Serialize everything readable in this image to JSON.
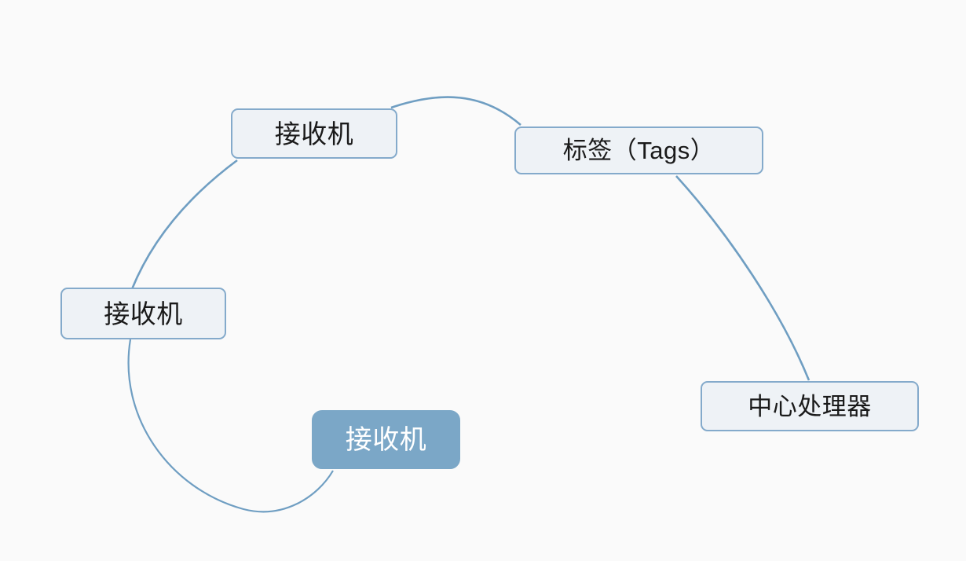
{
  "diagram": {
    "type": "mind-map-radial",
    "background_color": "#fafafa",
    "node_fill_color": "#eef2f6",
    "node_border_color": "#84aacb",
    "node_text_color": "#1a1a1a",
    "selected_node_fill_color": "#7ba7c7",
    "selected_node_text_color": "#ffffff",
    "edge_color": "#6f9ec2",
    "nodes": [
      {
        "id": "top",
        "label": "接收机",
        "selected": false
      },
      {
        "id": "tags",
        "label": "标签（Tags）",
        "selected": false
      },
      {
        "id": "left",
        "label": "接收机",
        "selected": false
      },
      {
        "id": "processor",
        "label": "中心处理器",
        "selected": false
      },
      {
        "id": "selected",
        "label": "接收机",
        "selected": true
      }
    ],
    "edges": [
      {
        "from": "top",
        "to": "tags",
        "style": "curve"
      },
      {
        "from": "top",
        "to": "left",
        "style": "curve"
      },
      {
        "from": "tags",
        "to": "processor",
        "style": "curve"
      },
      {
        "from": "left",
        "to": "selected",
        "style": "curve"
      }
    ]
  }
}
